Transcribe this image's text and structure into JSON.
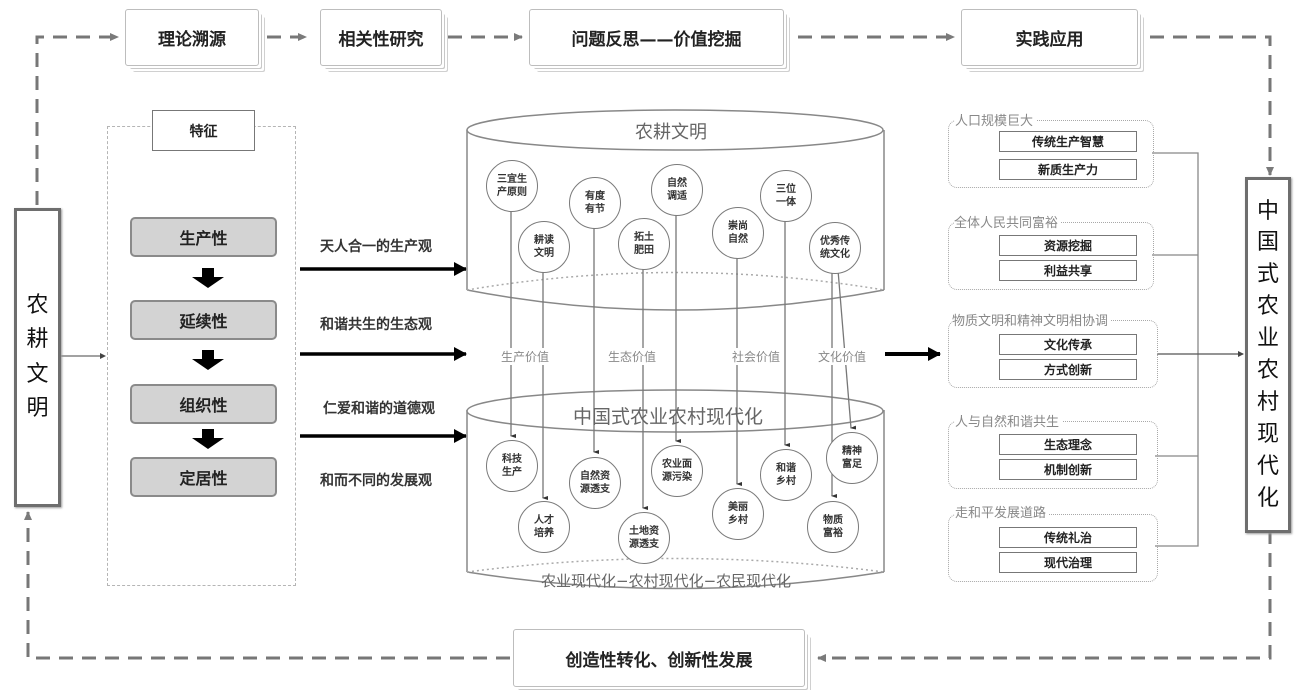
{
  "process_flow": {
    "steps": [
      "理论溯源",
      "相关性研究",
      "问题反思——价值挖掘",
      "实践应用"
    ],
    "feedback_step": "创造性转化、创新性发展"
  },
  "left_pillar": {
    "text": "农耕文明"
  },
  "right_pillar": {
    "text": "中国式农业农村现代化"
  },
  "features": {
    "title": "特征",
    "items": [
      "生产性",
      "延续性",
      "组织性",
      "定居性"
    ]
  },
  "views": [
    "天人合一的生产观",
    "和谐共生的生态观",
    "仁爱和谐的道德观",
    "和而不同的发展观"
  ],
  "top_cylinder": {
    "title": "农耕文明",
    "circles": [
      {
        "line1": "三宜生",
        "line2": "产原则"
      },
      {
        "line1": "耕读",
        "line2": "文明"
      },
      {
        "line1": "有度",
        "line2": "有节"
      },
      {
        "line1": "拓土",
        "line2": "肥田"
      },
      {
        "line1": "自然",
        "line2": "调适"
      },
      {
        "line1": "崇尚",
        "line2": "自然"
      },
      {
        "line1": "三位",
        "line2": "一体"
      },
      {
        "line1": "优秀传",
        "line2": "统文化"
      }
    ]
  },
  "values": [
    "生产价值",
    "生态价值",
    "社会价值",
    "文化价值"
  ],
  "bottom_cylinder": {
    "title": "中国式农业农村现代化",
    "footer": "农业现代化−农村现代化−农民现代化",
    "circles": [
      {
        "line1": "科技",
        "line2": "生产"
      },
      {
        "line1": "人才",
        "line2": "培养"
      },
      {
        "line1": "自然资",
        "line2": "源透支"
      },
      {
        "line1": "土地资",
        "line2": "源透支"
      },
      {
        "line1": "农业面",
        "line2": "源污染"
      },
      {
        "line1": "美丽",
        "line2": "乡村"
      },
      {
        "line1": "和谐",
        "line2": "乡村"
      },
      {
        "line1": "物质",
        "line2": "富裕"
      },
      {
        "line1": "精神",
        "line2": "富足"
      }
    ]
  },
  "goals": [
    {
      "title": "人口规模巨大",
      "items": [
        "传统生产智慧",
        "新质生产力"
      ]
    },
    {
      "title": "全体人民共同富裕",
      "items": [
        "资源挖掘",
        "利益共享"
      ]
    },
    {
      "title": "物质文明和精神文明相协调",
      "items": [
        "文化传承",
        "方式创新"
      ]
    },
    {
      "title": "人与自然和谐共生",
      "items": [
        "生态理念",
        "机制创新"
      ]
    },
    {
      "title": "走和平发展道路",
      "items": [
        "传统礼治",
        "现代治理"
      ]
    }
  ]
}
